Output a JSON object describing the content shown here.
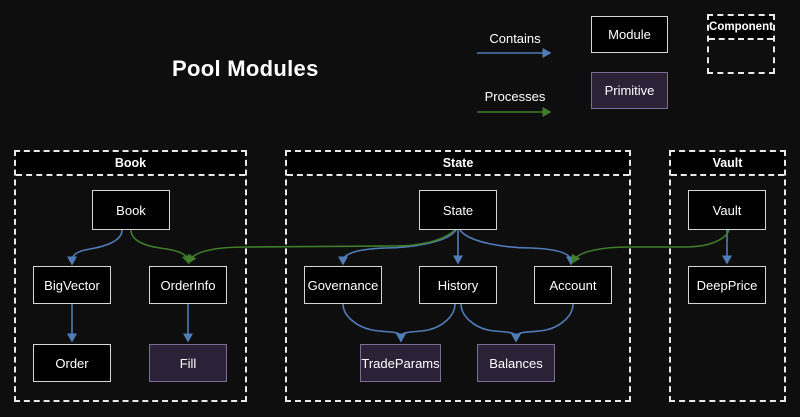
{
  "title": "Pool Modules",
  "legend": {
    "contains_label": "Contains",
    "processes_label": "Processes",
    "module_label": "Module",
    "primitive_label": "Primitive",
    "component_label": "Component"
  },
  "containers": {
    "book": "Book",
    "state": "State",
    "vault": "Vault"
  },
  "nodes": {
    "book": "Book",
    "bigvector": "BigVector",
    "orderinfo": "OrderInfo",
    "order": "Order",
    "fill": "Fill",
    "state": "State",
    "governance": "Governance",
    "history": "History",
    "account": "Account",
    "tradeparams": "TradeParams",
    "balances": "Balances",
    "vault": "Vault",
    "deepprice": "DeepPrice"
  },
  "edges": {
    "contains": [
      [
        "Book",
        "BigVector"
      ],
      [
        "BigVector",
        "Order"
      ],
      [
        "OrderInfo",
        "Fill"
      ],
      [
        "State",
        "Governance"
      ],
      [
        "State",
        "History"
      ],
      [
        "State",
        "Account"
      ],
      [
        "Governance",
        "TradeParams"
      ],
      [
        "History",
        "TradeParams"
      ],
      [
        "History",
        "Balances"
      ],
      [
        "Account",
        "Balances"
      ],
      [
        "Vault",
        "DeepPrice"
      ]
    ],
    "processes": [
      [
        "Book",
        "OrderInfo"
      ],
      [
        "State",
        "OrderInfo"
      ],
      [
        "Vault",
        "Account"
      ]
    ]
  },
  "colors": {
    "background": "#0e0e0e",
    "module_fill": "#000000",
    "module_border": "#d6d6d6",
    "primitive_fill": "#2b2237",
    "primitive_border": "#7d6d96",
    "container_dash": "#e8e8e8",
    "contains_edge": "#4f7cb6",
    "processes_edge": "#3f7d2b",
    "text": "#ffffff"
  }
}
